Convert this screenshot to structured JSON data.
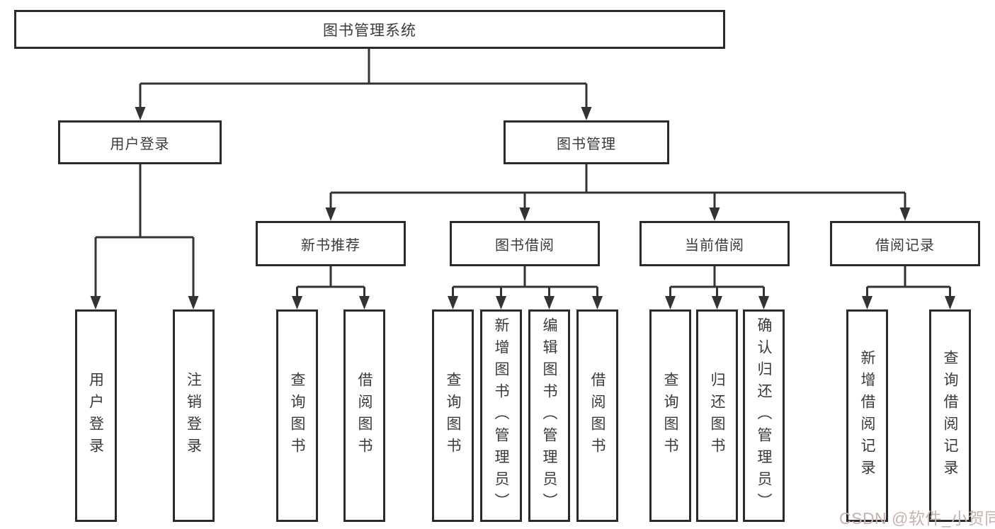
{
  "diagram": {
    "root": {
      "label": "图书管理系统"
    },
    "level1": [
      {
        "id": "user-login",
        "label": "用户登录"
      },
      {
        "id": "book-management",
        "label": "图书管理"
      }
    ],
    "level2": [
      {
        "id": "new-book-recommend",
        "label": "新书推荐"
      },
      {
        "id": "book-borrow",
        "label": "图书借阅"
      },
      {
        "id": "current-borrow",
        "label": "当前借阅"
      },
      {
        "id": "borrow-records",
        "label": "借阅记录"
      }
    ],
    "leaves": {
      "user_login": [
        "用户登录",
        "注销登录"
      ],
      "new_book_recommend": [
        "查询图书",
        "借阅图书"
      ],
      "book_borrow": [
        "查询图书",
        "新增图书（管理员）",
        "编辑图书（管理员）",
        "借阅图书"
      ],
      "current_borrow": [
        "查询图书",
        "归还图书",
        "确认归还（管理员）"
      ],
      "borrow_records": [
        "新增借阅记录",
        "查询借阅记录"
      ]
    }
  },
  "watermark": {
    "text": "CSDN @软件_小贺同学"
  },
  "colors": {
    "line": "#333333",
    "box_border": "#2b2b2b",
    "text": "#3a3a3a",
    "watermark": "#c6b3af",
    "background": "#ffffff"
  }
}
